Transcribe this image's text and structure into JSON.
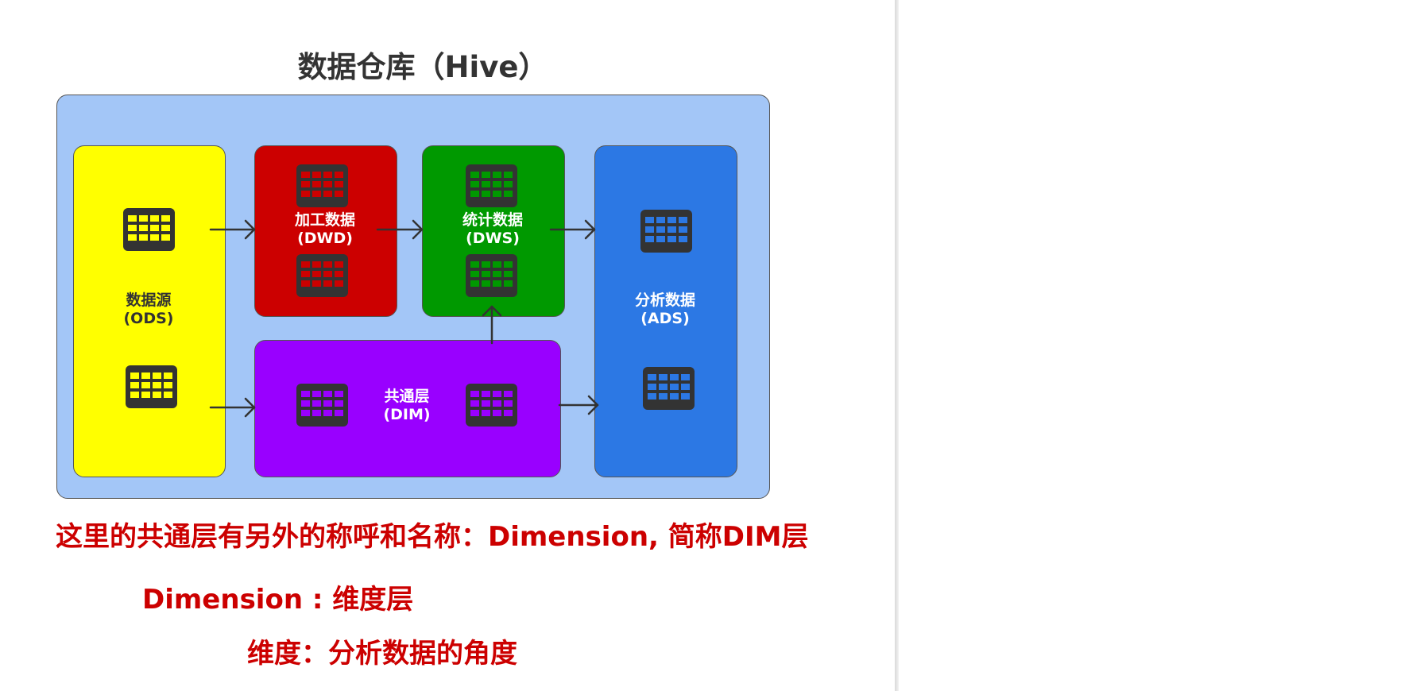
{
  "diagram": {
    "title": "数据仓库（Hive）",
    "layers": {
      "ods": {
        "name": "数据源",
        "code": "(ODS)",
        "color": "#ffff00"
      },
      "dwd": {
        "name": "加工数据",
        "code": "(DWD)",
        "color": "#cc0000"
      },
      "dws": {
        "name": "统计数据",
        "code": "(DWS)",
        "color": "#009900"
      },
      "ads": {
        "name": "分析数据",
        "code": "(ADS)",
        "color": "#2c78e4"
      },
      "dim": {
        "name": "共通层",
        "code": "(DIM)",
        "color": "#9900ff"
      }
    }
  },
  "notes": {
    "line1": "这里的共通层有另外的称呼和名称：Dimension, 简称DIM层",
    "line2": "Dimension : 维度层",
    "line3": "维度：分析数据的角度"
  }
}
